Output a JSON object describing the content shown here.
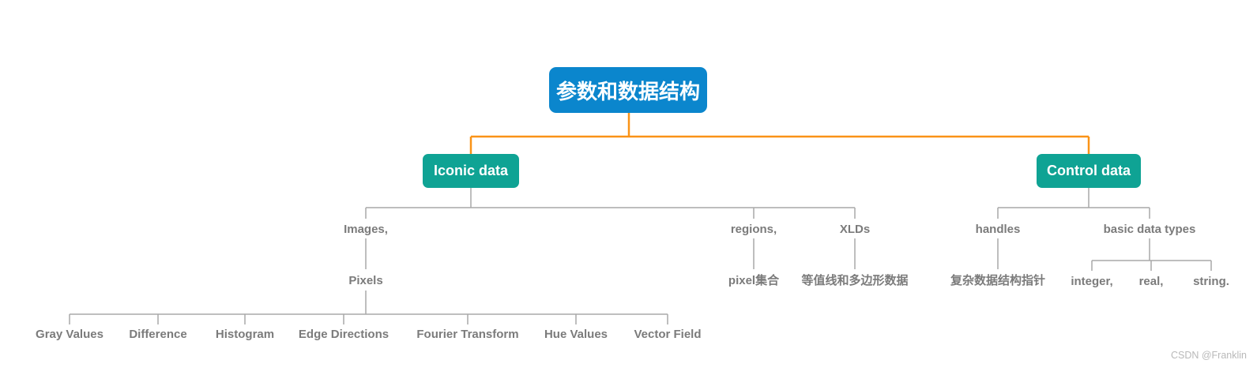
{
  "mindmap": {
    "root": "参数和数据结构",
    "iconic": {
      "label": "Iconic data",
      "images": "Images,",
      "pixels": "Pixels",
      "pixel_aspects": [
        "Gray Values",
        "Difference",
        "Histogram",
        "Edge Directions",
        "Fourier Transform",
        "Hue Values",
        "Vector Field"
      ],
      "regions": "regions,",
      "regions_desc": "pixel集合",
      "xlds": "XLDs",
      "xlds_desc": "等值线和多边形数据"
    },
    "control": {
      "label": "Control data",
      "handles": "handles",
      "handles_desc": "复杂数据结构指针",
      "basic_label": "basic data types",
      "basic_types": [
        "integer,",
        "real,",
        "string."
      ]
    }
  },
  "watermark": "CSDN @Franklin",
  "colors": {
    "root_node_bg": "#0b86cd",
    "branch_node_bg": "#0fa394",
    "primary_connector": "#fa9317",
    "secondary_connector": "#a9a9a9",
    "label_text": "#7b7b7b"
  }
}
